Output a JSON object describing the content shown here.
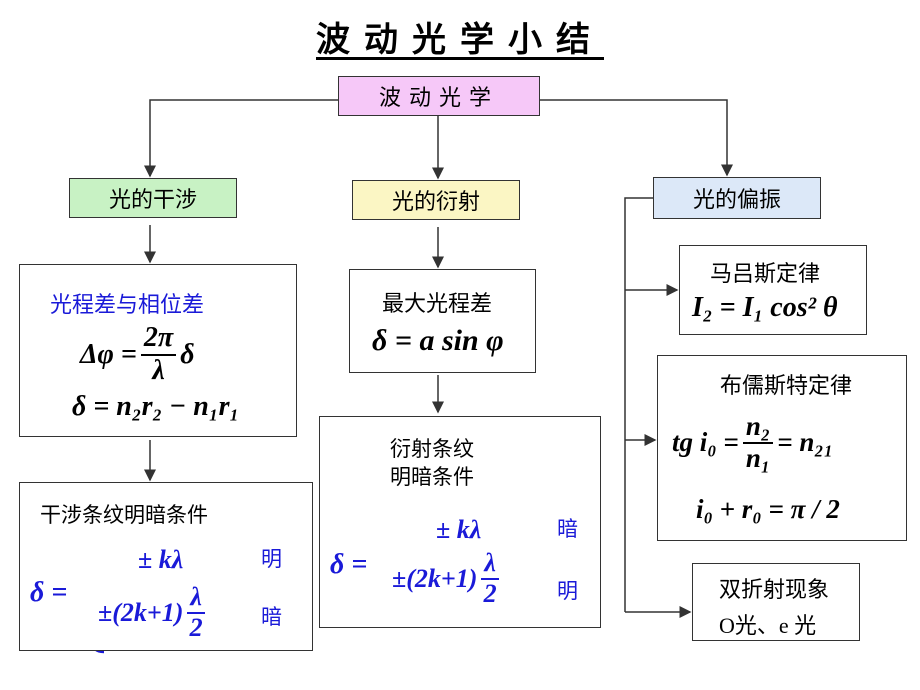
{
  "title": "波动光学小结",
  "root": {
    "label": "波动光学"
  },
  "interference": {
    "label": "光的干涉",
    "path_box": {
      "heading": "光程差与相位差",
      "eq1_lhs": "Δφ =",
      "eq1_num": "2π",
      "eq1_den": "λ",
      "eq1_tail": "δ",
      "eq2": "δ = n₂r₂ − n₁r₁"
    },
    "fringe_box": {
      "heading": "干涉条纹明暗条件",
      "lhs": "δ =",
      "case1": "± kλ",
      "case2_pre": "±(2k+1)",
      "case2_num": "λ",
      "case2_den": "2",
      "label_bright": "明",
      "label_dark": "暗"
    }
  },
  "diffraction": {
    "label": "光的衍射",
    "path_box": {
      "heading": "最大光程差",
      "eq": "δ = a sin φ"
    },
    "fringe_box": {
      "heading_line1": "衍射条纹",
      "heading_line2": "明暗条件",
      "lhs": "δ =",
      "case1": "± kλ",
      "case2_pre": "±(2k+1)",
      "case2_num": "λ",
      "case2_den": "2",
      "label_dark": "暗",
      "label_bright": "明"
    }
  },
  "polarization": {
    "label": "光的偏振",
    "malus": {
      "heading": "马吕斯定律",
      "eq": "I₂ = I₁ cos² θ"
    },
    "brewster": {
      "heading": "布儒斯特定律",
      "eq1_lhs": "tg i₀ =",
      "eq1_num": "n₂",
      "eq1_den": "n₁",
      "eq1_rhs": "= n₂₁",
      "eq2": "i₀ + r₀ = π / 2"
    },
    "birefringence": {
      "heading": "双折射现象",
      "line2": "O光、e 光"
    }
  },
  "colors": {
    "root_bg": "#f6c8f8",
    "interference_bg": "#c8f2c4",
    "diffraction_bg": "#fbf6c4",
    "polarization_bg": "#dce8f8",
    "formula_blue": "#1a1ad8"
  }
}
